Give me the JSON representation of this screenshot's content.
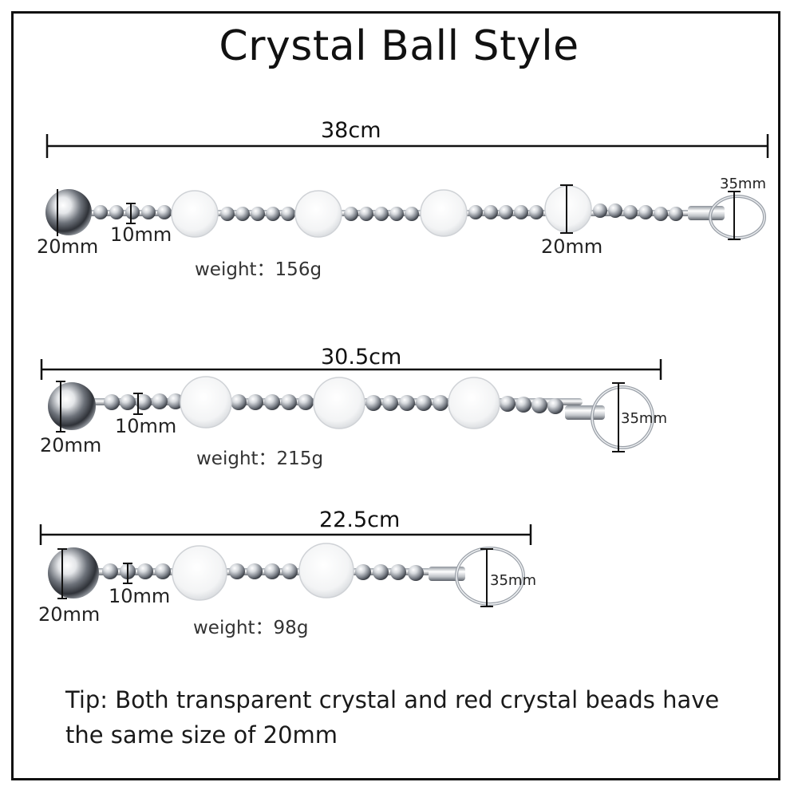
{
  "title": "Crystal Ball Style",
  "rows": [
    {
      "length": "38cm",
      "end_ball": "20mm",
      "small_bead": "10mm",
      "crystal": "20mm",
      "ring": "35mm",
      "weight": "weight：156g"
    },
    {
      "length": "30.5cm",
      "end_ball": "20mm",
      "small_bead": "10mm",
      "ring": "35mm",
      "weight": "weight：215g"
    },
    {
      "length": "22.5cm",
      "end_ball": "20mm",
      "small_bead": "10mm",
      "ring": "35mm",
      "weight": "weight：98g"
    }
  ],
  "tip": {
    "line1": "Tip: Both transparent crystal and red crystal beads have",
    "line2": "the same size of 20mm"
  },
  "colors": {
    "metal_light": "#f4f5f7",
    "metal_dark": "#5c6068",
    "crystal_edge": "#c9ccd0",
    "dimension_line": "#111111"
  }
}
